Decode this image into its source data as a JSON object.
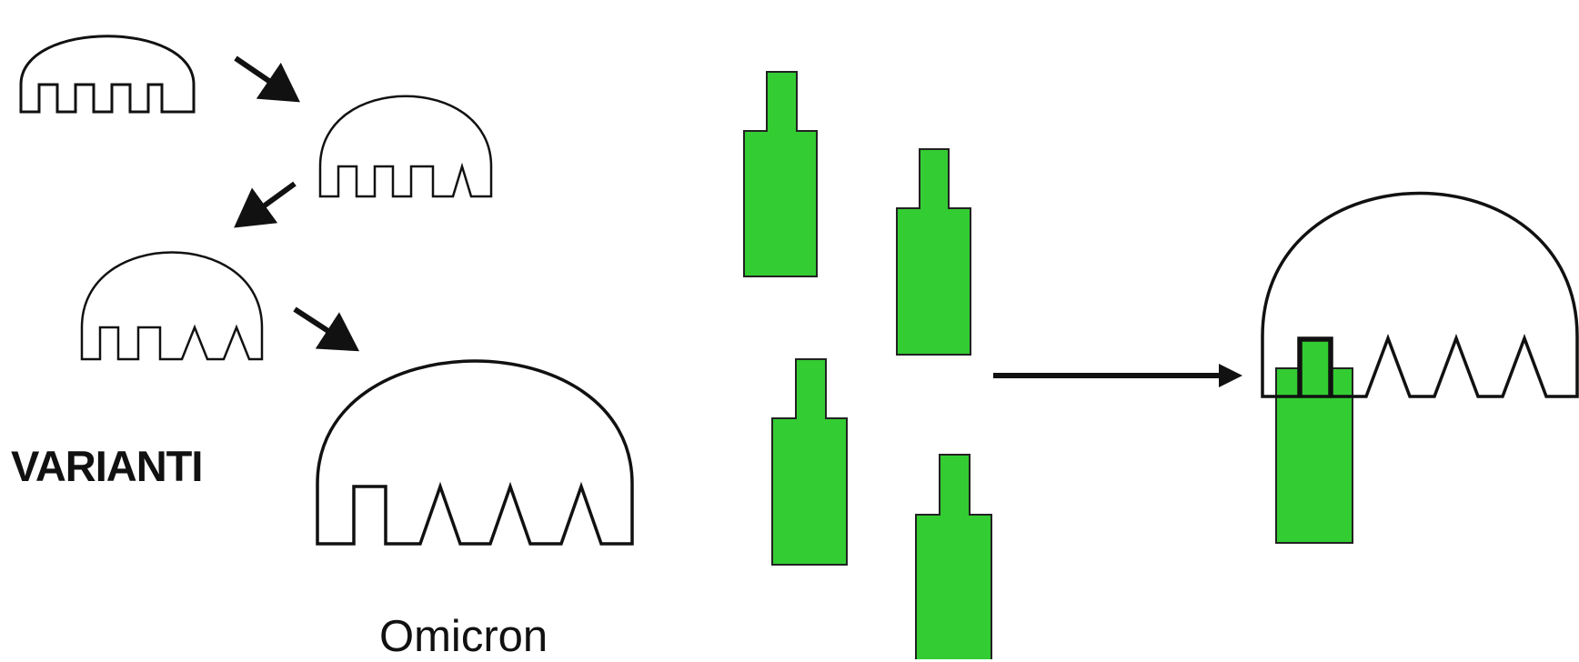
{
  "labels": {
    "variants": "VARIANTI",
    "omicron": "Omicron"
  },
  "colors": {
    "antibody": "#33cc33",
    "outline": "#111111"
  },
  "icons": [
    "virus-shape",
    "antibody-shape",
    "arrow-icon"
  ]
}
